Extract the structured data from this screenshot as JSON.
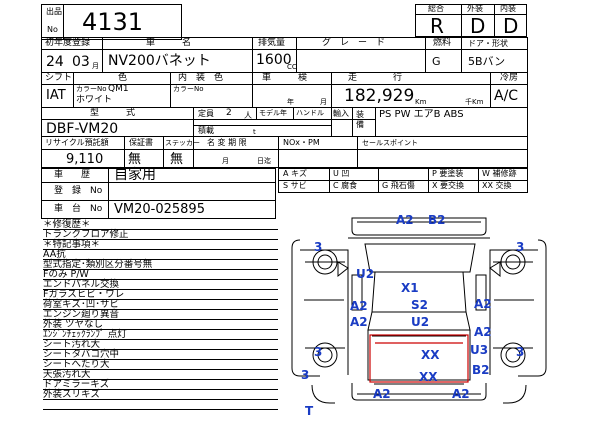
{
  "lot": {
    "label_top": "出品",
    "label_bottom": "No",
    "number": "4131"
  },
  "score": {
    "labels": [
      "総合",
      "外装",
      "内装"
    ],
    "values": [
      "R",
      "D",
      "D"
    ]
  },
  "row1": {
    "first_reg_label": "初年度登録",
    "year": "24",
    "month": "03",
    "month_unit": "月",
    "name_label": "車　　　名",
    "name": "NV200バネット",
    "displacement_label": "排気量",
    "displacement": "1600",
    "displacement_unit": "CC",
    "grade_label": "グ　レ　ー　ド",
    "fuel_label": "燃料",
    "fuel": "G",
    "door_label": "ドア・形状",
    "door": "5Bバン"
  },
  "row2": {
    "shift_label": "シフト",
    "shift": "IAT",
    "color_label": "色",
    "color_no_label": "カラーNo",
    "color_no": "QM1",
    "color": "ホワイト",
    "interior_label": "内　装　色",
    "interior_color_no_label": "カラーNo",
    "inspection_label": "車　　　検",
    "inspection_year_unit": "年",
    "inspection_month_unit": "月",
    "mileage_label": "走　　　　行",
    "mileage": "182,929",
    "mileage_unit": "Km",
    "mileage_sub_unit": "千Km",
    "ac_label": "冷房",
    "ac": "A/C"
  },
  "row3": {
    "model_label": "型　　　式",
    "model": "DBF-VM20",
    "capacity_label": "定員",
    "capacity": "2",
    "capacity_unit": "人",
    "model_year_label": "モデル年",
    "handle_label": "ハンドル",
    "import_label": "輸入",
    "equipment_label": "装　備",
    "equipment": "PS PW エアB ABS",
    "load_label": "積載",
    "load_unit": "t"
  },
  "row4": {
    "recycle_label": "リサイクル預託額",
    "recycle": "9,110",
    "warranty_label": "保証書",
    "warranty": "無",
    "sticker_label": "ステッカー",
    "sticker": "無",
    "name_change_label": "名 変 期 限",
    "name_change_month_unit": "月",
    "name_change_day_unit": "日迄",
    "nox_label": "NOx・PM",
    "selling_points_label": "セールスポイント"
  },
  "history": {
    "label": "車　　歴",
    "value": "自家用",
    "reg_label": "登　録　No",
    "vin_label": "車　台　No",
    "vin": "VM20-025895"
  },
  "legend": [
    [
      "A キズ",
      "U 凹",
      "P 要塗装",
      "W 補修跡"
    ],
    [
      "S サビ",
      "C 腐食",
      "G 飛石傷",
      "X 要交換",
      "XX 交換"
    ]
  ],
  "notes": [
    "＊修復歴＊",
    "トランクフロア修正",
    "＊特記事項＊",
    "AA抗",
    "型式指定･類別区分番号無",
    "Fのみ P/W",
    "エンドパネル交換",
    "Fガラスヒビ・ワレ",
    "荷室キズ･凹･サビ",
    "エンジン廻り異音",
    "外装 ツヤなし",
    "ｴﾝｼﾞﾝﾁｪｯｸﾗﾝﾌﾟ 点灯",
    "シート汚れ大",
    "シートタバコ穴中",
    "シートへたり大",
    "天張汚れ大",
    "ドアミラーキズ",
    "外装スリキズ"
  ],
  "diagram_marks": [
    "A2",
    "B2",
    "3",
    "3",
    "U2",
    "X1",
    "A2",
    "S2",
    "A2",
    "A2",
    "U2",
    "A2",
    "3",
    "XX",
    "U3",
    "3",
    "B2",
    "XX",
    "3",
    "A2",
    "A2",
    "T"
  ],
  "colors": {
    "mark": "#1a3cc4",
    "repair_box": "#cc0000"
  }
}
